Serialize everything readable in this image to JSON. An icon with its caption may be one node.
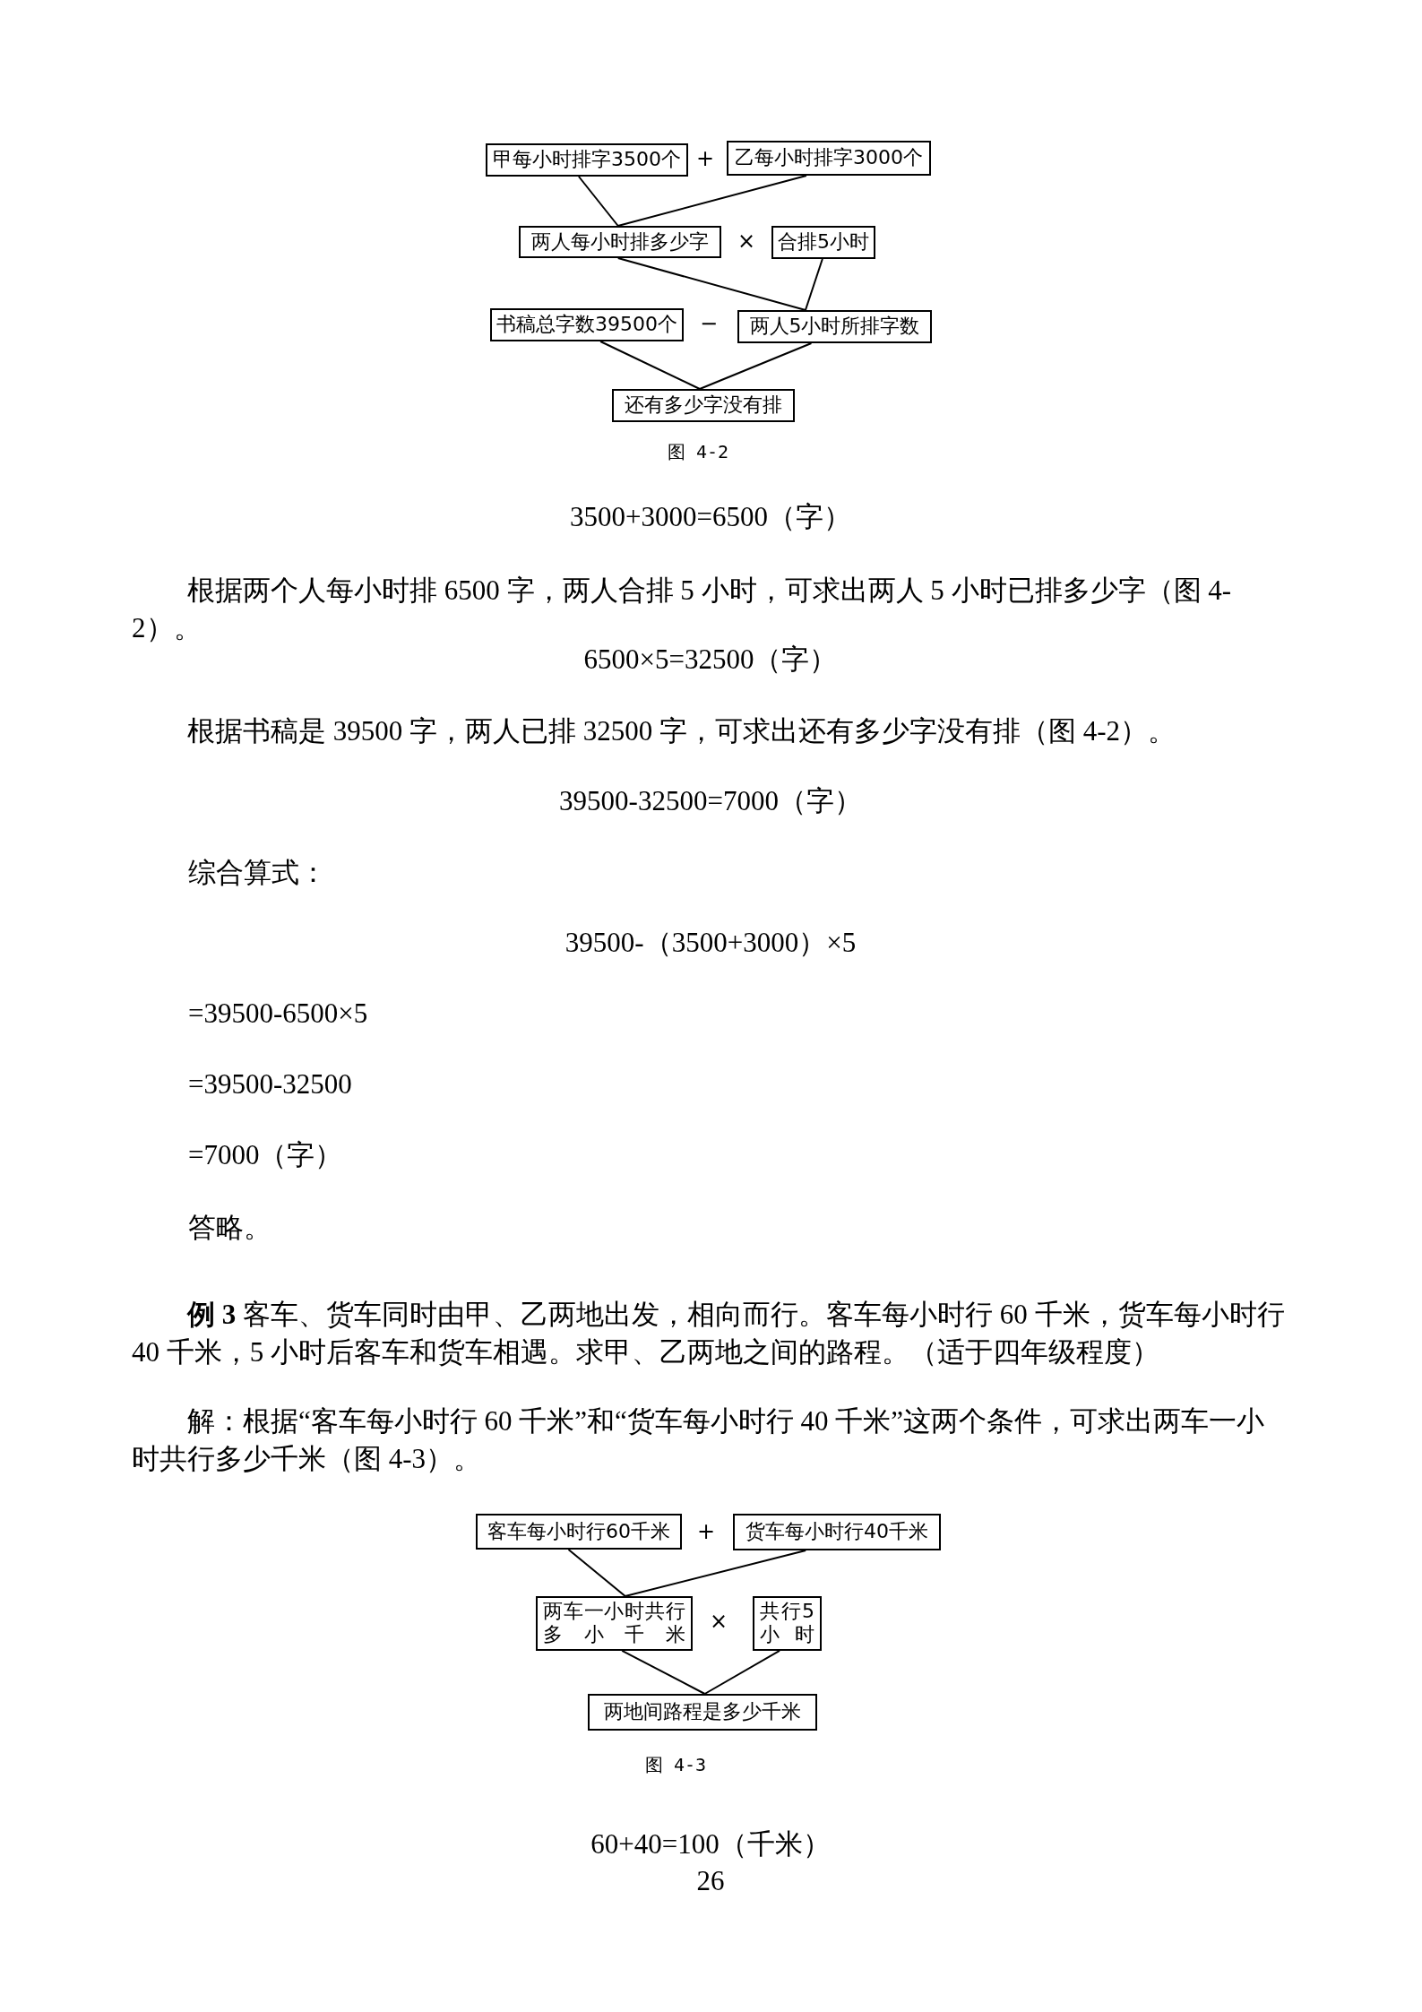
{
  "diagram": {
    "nodes": [
      {
        "text": [
          "甲每小时排字3500个"
        ]
      },
      {
        "text": [
          "乙每小时排字3000个"
        ]
      },
      {
        "text": [
          "两人每小时排多少字"
        ]
      },
      {
        "text": [
          "合排5小时"
        ]
      },
      {
        "text": [
          "书稿总字数39500个"
        ]
      },
      {
        "text": [
          "两人5小时所排字数"
        ]
      },
      {
        "text": [
          "还有多少字没有排"
        ]
      },
      {
        "text": [
          "客车每小时行60千米"
        ]
      },
      {
        "text": [
          "货车每小时行40千米"
        ]
      },
      {
        "text": [
          "两车一小时共行多小千米"
        ]
      },
      {
        "text": [
          "共行5小时"
        ]
      },
      {
        "text": [
          "两地间路程是多少千米"
        ]
      }
    ],
    "edges": [
      {
        "from": 0,
        "to": 2,
        "arrow": "none"
      },
      {
        "from": 1,
        "to": 2,
        "arrow": "none"
      },
      {
        "from": 2,
        "to": 5,
        "arrow": "none"
      },
      {
        "from": 3,
        "to": 5,
        "arrow": "none"
      },
      {
        "from": 4,
        "to": 6,
        "arrow": "none"
      },
      {
        "from": 5,
        "to": 6,
        "arrow": "none"
      },
      {
        "from": 7,
        "to": 9,
        "arrow": "none"
      },
      {
        "from": 8,
        "to": 9,
        "arrow": "none"
      },
      {
        "from": 9,
        "to": 11,
        "arrow": "none"
      },
      {
        "from": 10,
        "to": 11,
        "arrow": "none"
      }
    ],
    "labels": [
      "+",
      "×",
      "−",
      "图 4-2",
      "3500+3000=6500（字）",
      "根据两个人每小时排 6500 字，两人合排 5 小时，可求出两人 5 小时已排多少字（图 4-2）。",
      "6500×5=32500（字）",
      "根据书稿是 39500 字，两人已排 32500 字，可求出还有多少字没有排（图 4-2）。",
      "39500-32500=7000（字）",
      "综合算式：",
      "39500-（3500+3000）×5",
      "=39500-6500×5",
      "=39500-32500",
      "=7000（字）",
      "答略。",
      "**例 3** 客车、货车同时由甲、乙两地出发，相向而行。客车每小时行 60 千米，货车每小时行 40 千米，5 小时后客车和货车相遇。求甲、乙两地之间的路程。（适于四年级程度）",
      "解：根据“客车每小时行 60 千米”和“货车每小时行 40 千米”这两个条件，可求出两车一小时共行多少千米（图 4-3）。",
      "+",
      "×",
      "图 4-3",
      "60+40=100（千米）",
      "26"
    ]
  }
}
